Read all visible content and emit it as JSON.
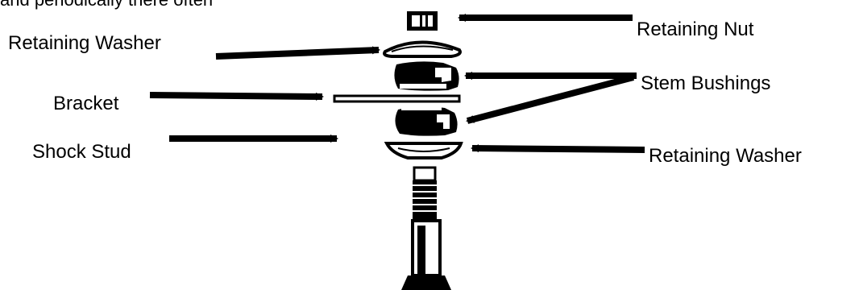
{
  "header_fragment": "and periodically there often",
  "labels": {
    "retaining_nut": "Retaining Nut",
    "retaining_washer_top": "Retaining Washer",
    "stem_bushings": "Stem Bushings",
    "bracket": "Bracket",
    "shock_stud": "Shock Stud",
    "retaining_washer_bottom": "Retaining Washer"
  },
  "colors": {
    "ink": "#000000",
    "background": "#ffffff"
  }
}
